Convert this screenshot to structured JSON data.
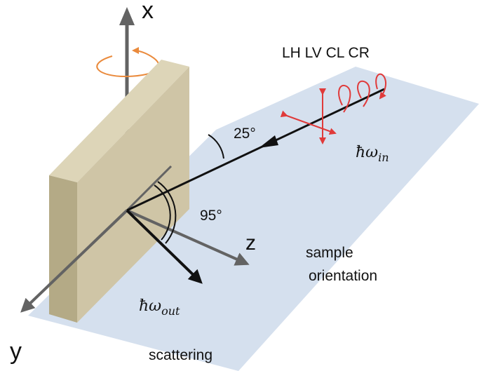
{
  "axes": {
    "x": "x",
    "y": "y",
    "z": "z"
  },
  "polarizations": "LH LV CL CR",
  "angles": {
    "incidence": "25°",
    "scattering": "95°"
  },
  "photons": {
    "incoming": {
      "symbol": "ħω",
      "subscript": "in"
    },
    "outgoing": {
      "symbol": "ħω",
      "subscript": "out"
    }
  },
  "labels": {
    "sample_orientation_line1": "sample",
    "sample_orientation_line2": "orientation",
    "scattering": "scattering"
  },
  "colors": {
    "plane": "#d5e0ee",
    "sample_face": "#cfc5a6",
    "sample_side": "#b4aa86",
    "axis": "#636363",
    "beam": "#111111",
    "rotation": "#ea8a3c",
    "polarization": "#e03a3a"
  }
}
